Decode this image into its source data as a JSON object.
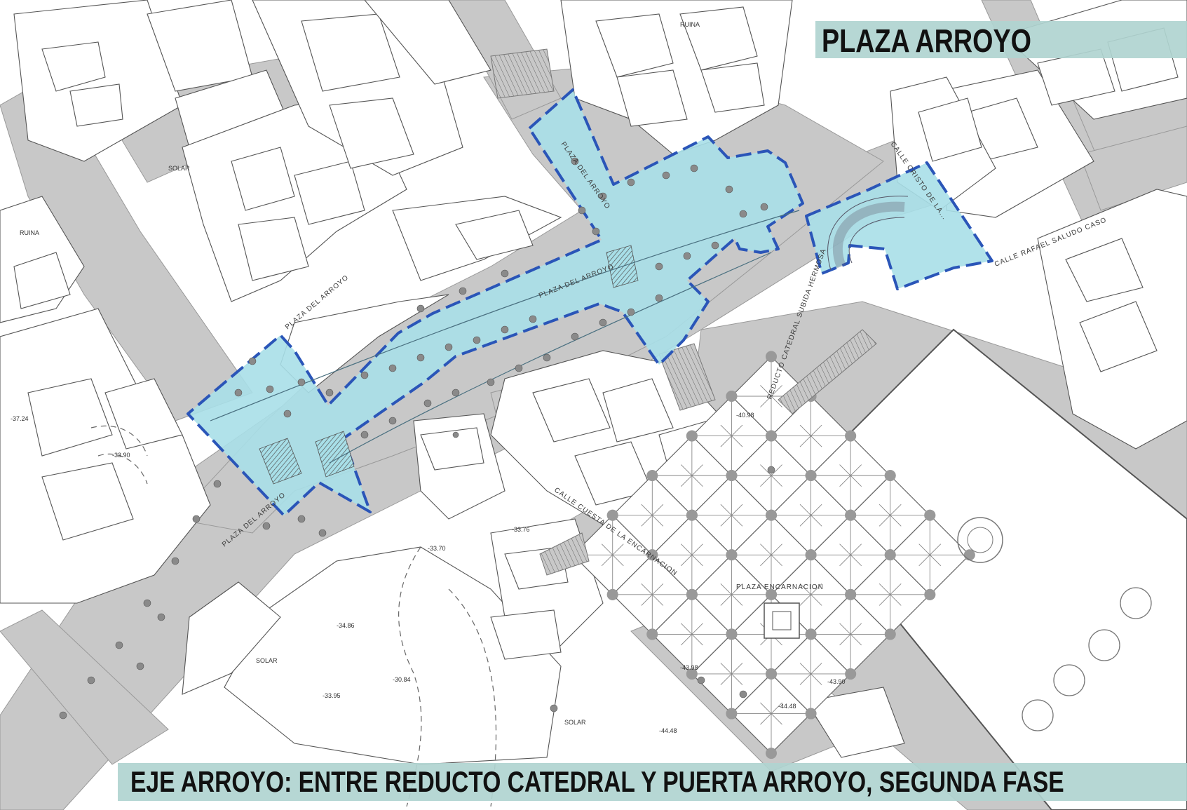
{
  "map": {
    "title": "PLAZA ARROYO",
    "subtitle": "EJE ARROYO: ENTRE REDUCTO CATEDRAL Y PUERTA ARROYO, SEGUNDA FASE",
    "colors": {
      "street": "#c8c8c8",
      "block_fill": "#ffffff",
      "block_stroke": "#444444",
      "project_fill": "#a8dfe8",
      "project_stroke": "#2a55b8",
      "banner": "#b0d4d0",
      "cathedral_stroke": "#555555"
    },
    "street_labels": {
      "plaza_arroyo_1": "PLAZA DEL ARROYO",
      "plaza_arroyo_2": "PLAZA DEL ARROYO",
      "plaza_arroyo_3": "PLAZA DEL ARROYO",
      "plaza_arroyo_4": "PLAZA DEL ARROYO",
      "calle_rafael": "CALLE RAFAEL SALUDO CASO",
      "calle_cuesta": "CALLE CUESTA DE LA ENCARNACION",
      "plaza_encarnacion": "PLAZA ENCARNACION",
      "calle_cristo": "CALLE CRISTO DE LA...",
      "reducto": "REDUCTO CATEDRAL SUBIDA HERMOSA"
    },
    "parcel_labels": {
      "solar_1": "SOLAR",
      "solar_2": "SOLAR",
      "solar_3": "SOLAR",
      "ruina_1": "RUINA",
      "ruina_2": "RUINA"
    },
    "elevation_labels": {
      "e1": "-33.90",
      "e2": "-34.86",
      "e3": "-30.84",
      "e4": "-33.95",
      "e5": "-33.76",
      "e6": "-44.48",
      "e7": "-43.98",
      "e8": "-44.48",
      "e9": "-40.98",
      "e10": "-43.90",
      "e11": "-37.24",
      "e12": "-33.70"
    }
  }
}
